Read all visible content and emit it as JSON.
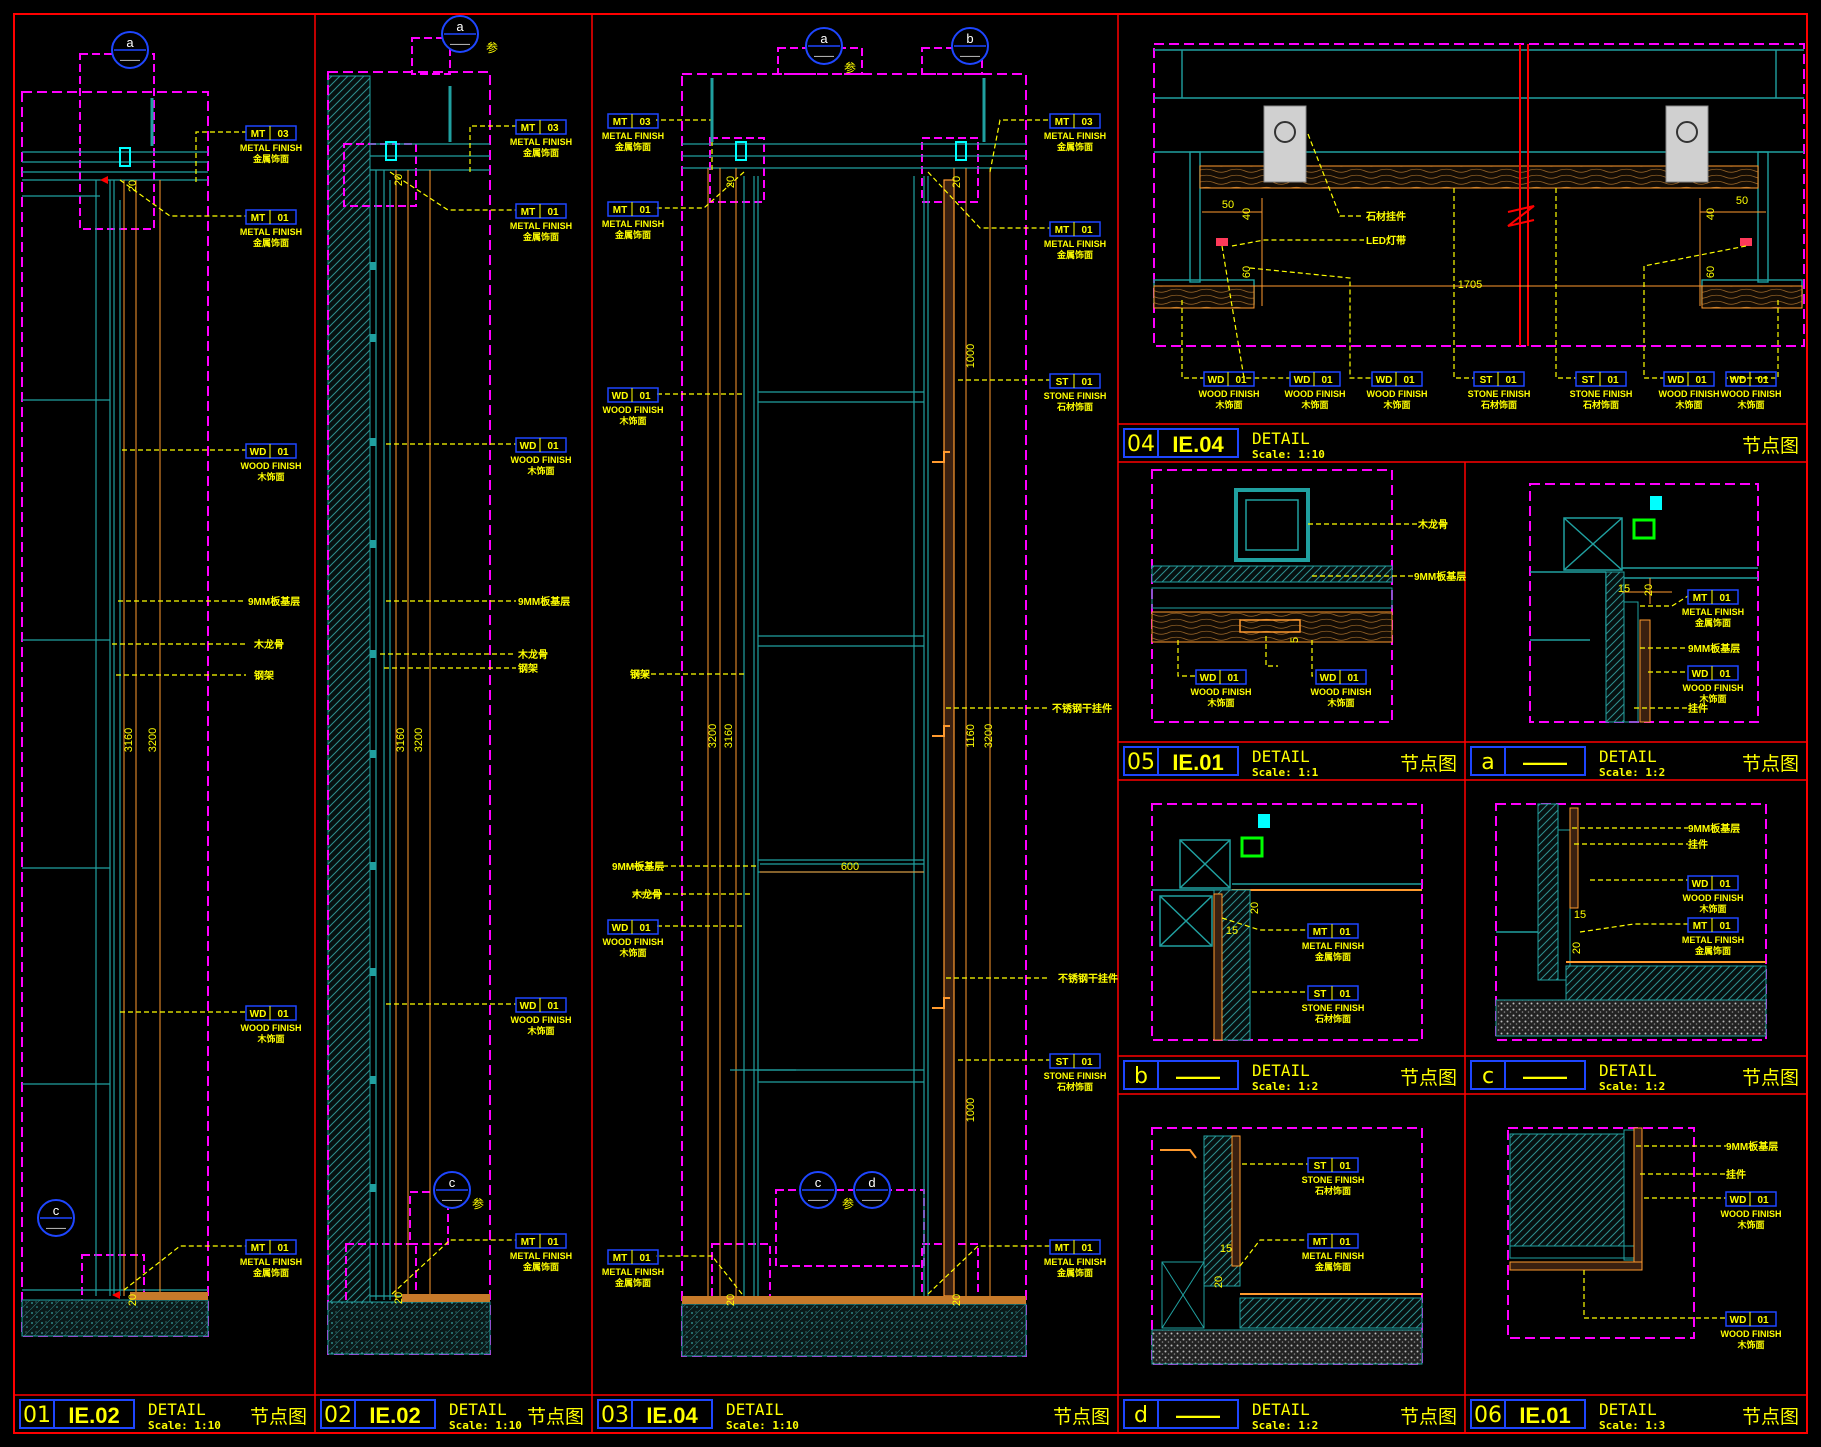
{
  "colors": {
    "background": "#000000",
    "frame": "#ff0000",
    "detail_boundary": "#ff00ff",
    "tag_box": "#1e46ff",
    "annotation": "#ffff00",
    "construction": "#20a0a0",
    "dimension_line": "#ff9a2e",
    "fixture": "#00ffff",
    "callout_bubble": "#1e46ff",
    "hatch": "#3aa7a7"
  },
  "title_blocks": [
    {
      "num": "01",
      "ref": "IE.02",
      "detail": "DETAIL",
      "scale": "Scale: 1:10",
      "label": "节点图"
    },
    {
      "num": "02",
      "ref": "IE.02",
      "detail": "DETAIL",
      "scale": "Scale: 1:10",
      "label": "节点图"
    },
    {
      "num": "03",
      "ref": "IE.04",
      "detail": "DETAIL",
      "scale": "Scale: 1:10",
      "label": "节点图"
    },
    {
      "num": "04",
      "ref": "IE.04",
      "detail": "DETAIL",
      "scale": "Scale: 1:10",
      "label": "节点图"
    },
    {
      "num": "05",
      "ref": "IE.01",
      "detail": "DETAIL",
      "scale": "Scale: 1:1",
      "label": "节点图"
    },
    {
      "num": "a",
      "ref": "——",
      "detail": "DETAIL",
      "scale": "Scale: 1:2",
      "label": "节点图"
    },
    {
      "num": "b",
      "ref": "——",
      "detail": "DETAIL",
      "scale": "Scale: 1:2",
      "label": "节点图"
    },
    {
      "num": "c",
      "ref": "——",
      "detail": "DETAIL",
      "scale": "Scale: 1:2",
      "label": "节点图"
    },
    {
      "num": "d",
      "ref": "——",
      "detail": "DETAIL",
      "scale": "Scale: 1:2",
      "label": "节点图"
    },
    {
      "num": "06",
      "ref": "IE.01",
      "detail": "DETAIL",
      "scale": "Scale: 1:3",
      "label": "节点图"
    }
  ],
  "callouts": {
    "a": "a",
    "b": "b",
    "c": "c",
    "d": "d",
    "dash": "——"
  },
  "tags": [
    {
      "code": "MT",
      "no": "03",
      "en": "METAL FINISH",
      "cn": "金属饰面"
    },
    {
      "code": "MT",
      "no": "01",
      "en": "METAL FINISH",
      "cn": "金属饰面"
    },
    {
      "code": "WD",
      "no": "01",
      "en": "WOOD FINISH",
      "cn": "木饰面"
    },
    {
      "code": "ST",
      "no": "01",
      "en": "STONE FINISH",
      "cn": "石材饰面"
    }
  ],
  "notes": {
    "board_9mm": "9MM板基层",
    "wood_keel": "木龙骨",
    "steel_frame": "钢架",
    "led": "LED灯带",
    "stone_fixing": "石材挂件",
    "hanger": "挂件",
    "stainless": "不锈钢干挂件",
    "cn_mark": "参"
  },
  "dims": {
    "d1": "3160",
    "d2": "3200",
    "d3": "1000",
    "d4": "600",
    "d5": "1705",
    "d6": "50",
    "d7": "40",
    "d8": "60",
    "d9": "20",
    "d10": "15",
    "d11": "1160",
    "d12": "30",
    "d13": "5"
  }
}
